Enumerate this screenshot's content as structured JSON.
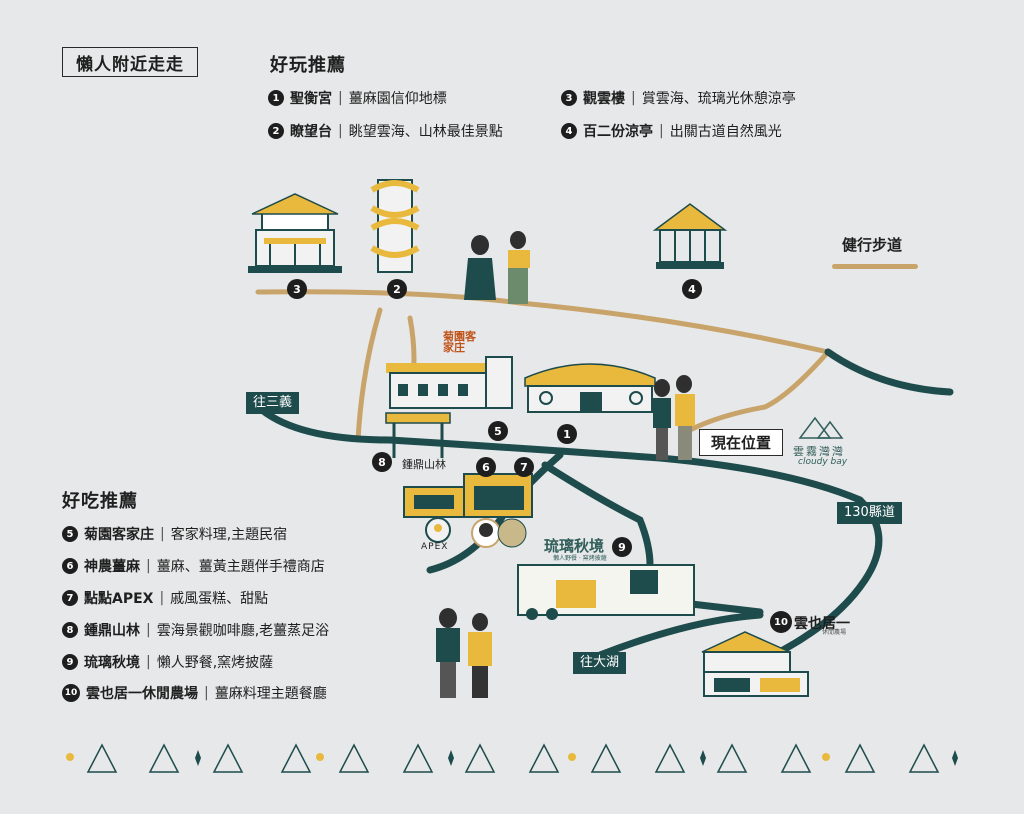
{
  "title": "懶人附近走走",
  "play": {
    "heading": "好玩推薦",
    "items": [
      {
        "num": "1",
        "name": "聖衡宮",
        "desc": "薑麻園信仰地標"
      },
      {
        "num": "2",
        "name": "瞭望台",
        "desc": "眺望雲海、山林最佳景點"
      },
      {
        "num": "3",
        "name": "觀雲樓",
        "desc": "賞雲海、琉璃光休憩涼亭"
      },
      {
        "num": "4",
        "name": "百二份涼亭",
        "desc": "出關古道自然風光"
      }
    ]
  },
  "food": {
    "heading": "好吃推薦",
    "items": [
      {
        "num": "5",
        "name": "菊園客家庄",
        "desc": "客家料理,主題民宿"
      },
      {
        "num": "6",
        "name": "神農薑麻",
        "desc": "薑麻、薑黃主題伴手禮商店"
      },
      {
        "num": "7",
        "name": "點點APEX",
        "desc": "戚風蛋糕、甜點"
      },
      {
        "num": "8",
        "name": "鍾鼎山林",
        "desc": "雲海景觀咖啡廳,老薑蒸足浴"
      },
      {
        "num": "9",
        "name": "琉璃秋境",
        "desc": "懶人野餐,窯烤披薩"
      },
      {
        "num": "10",
        "name": "雲也居一休閒農場",
        "desc": "薑麻料理主題餐廳"
      }
    ]
  },
  "legend": {
    "trail": "健行步道"
  },
  "roads": {
    "sanyi": "往三義",
    "dahu": "往大湖",
    "county": "130縣道"
  },
  "here": "現在位置",
  "markers": [
    "1",
    "2",
    "3",
    "4",
    "5",
    "6",
    "7",
    "8",
    "9",
    "10"
  ],
  "signs": {
    "jiuyuan": "菊園客家庄",
    "zhongding": "鍾鼎山林",
    "liuli": "琉璃秋境",
    "liuli_sub": "懶人野餐 · 窯烤披薩",
    "apex": "APEX",
    "yunye": "雲也居一",
    "yunye_sub": "休閒農場",
    "brand": "雲霧灣灣",
    "brand_sub": "cloudy bay"
  },
  "colors": {
    "background": "#e6e8e9",
    "road": "#1e4b4c",
    "trail": "#c9a46a",
    "accent_yellow": "#e8b93c",
    "dark": "#1e1e1e"
  }
}
